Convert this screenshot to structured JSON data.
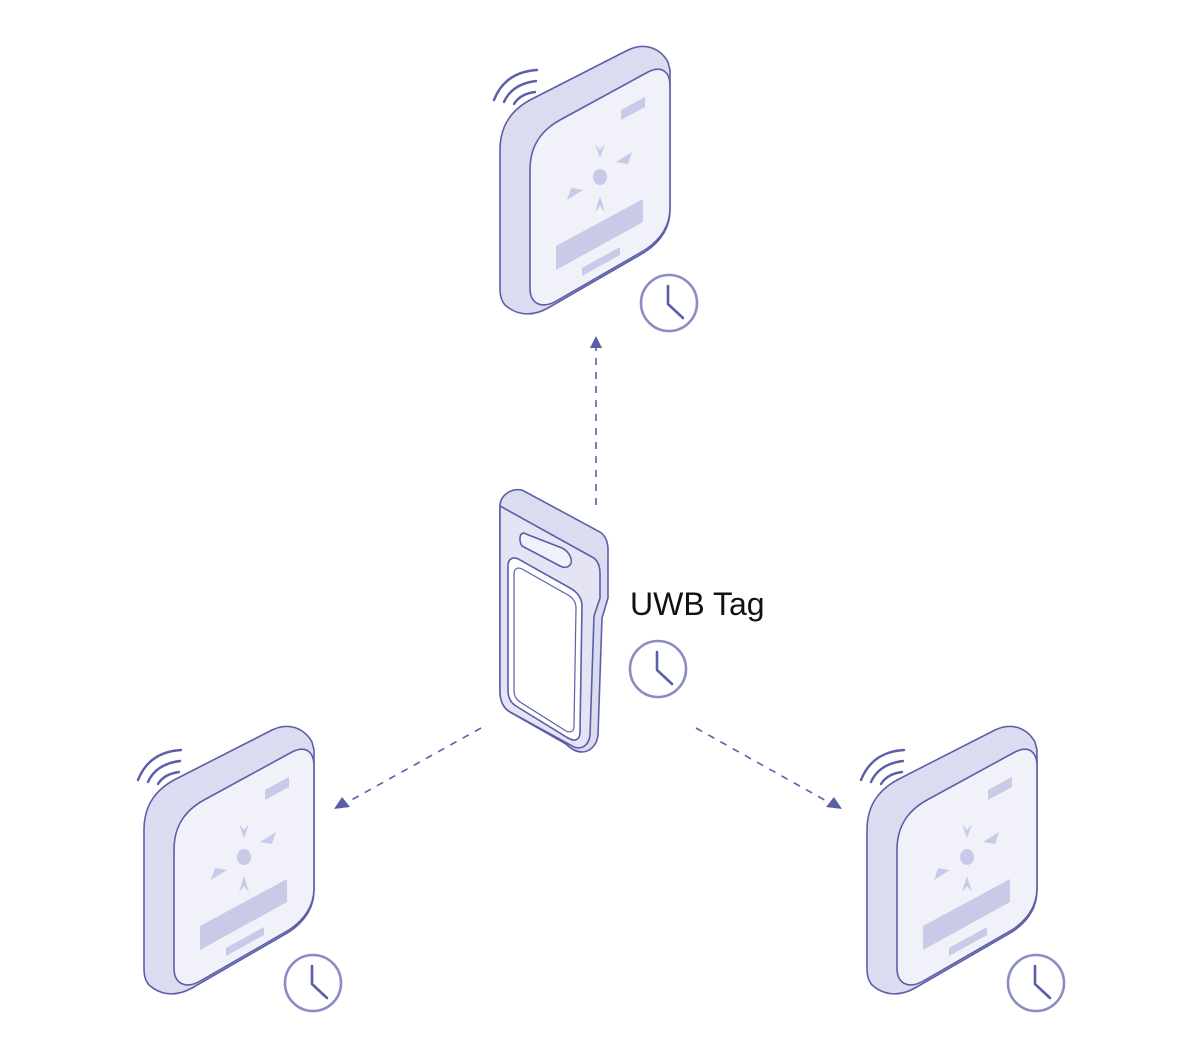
{
  "diagram": {
    "tag_label": "UWB Tag",
    "colors": {
      "stroke": "#5b5fa8",
      "face": "#f1f1f9",
      "side": "#dcdcf0",
      "accent": "#c9cae8",
      "text": "#111111"
    },
    "nodes": [
      {
        "id": "anchor-top",
        "kind": "anchor",
        "icons": [
          "wifi-signal-icon",
          "clock-icon"
        ]
      },
      {
        "id": "tag-center",
        "kind": "uwb-tag",
        "icons": [
          "clock-icon"
        ]
      },
      {
        "id": "anchor-left",
        "kind": "anchor",
        "icons": [
          "wifi-signal-icon",
          "clock-icon"
        ]
      },
      {
        "id": "anchor-right",
        "kind": "anchor",
        "icons": [
          "wifi-signal-icon",
          "clock-icon"
        ]
      }
    ],
    "edges": [
      {
        "from": "tag-center",
        "to": "anchor-top",
        "style": "dashed-arrow"
      },
      {
        "from": "tag-center",
        "to": "anchor-left",
        "style": "dashed-arrow"
      },
      {
        "from": "tag-center",
        "to": "anchor-right",
        "style": "dashed-arrow"
      }
    ]
  }
}
